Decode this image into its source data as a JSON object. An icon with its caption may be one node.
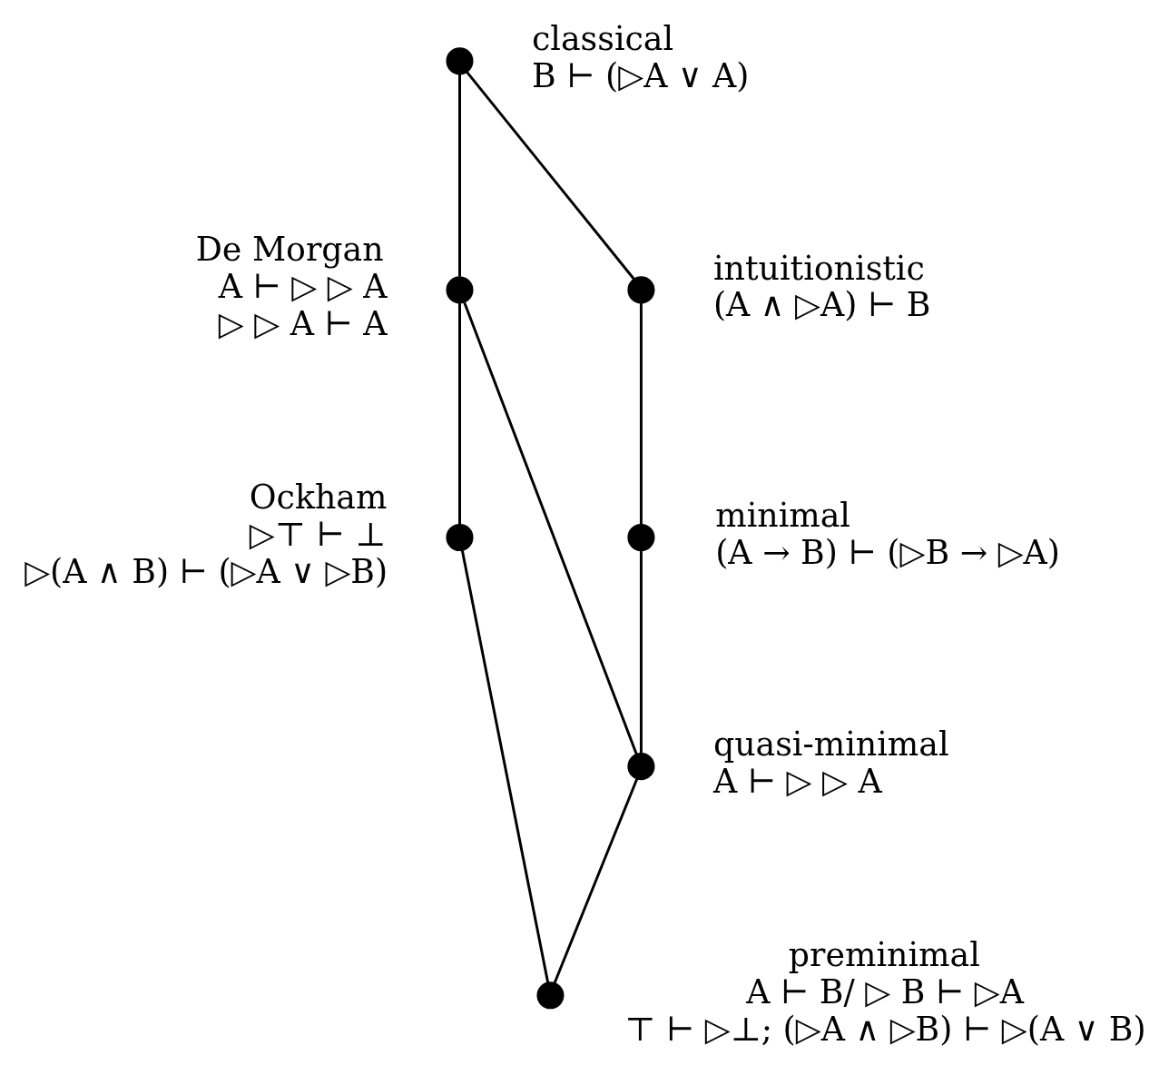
{
  "diagram": {
    "nodes": [
      {
        "text": [],
        "shape": "circle",
        "beside": [
          "classical",
          "B ⊢ (▷A ∨ A)"
        ]
      },
      {
        "text": [],
        "shape": "circle",
        "beside": [
          "De Morgan",
          "A ⊢ ▷ ▷ A",
          "▷ ▷ A ⊢ A"
        ]
      },
      {
        "text": [],
        "shape": "circle",
        "beside": [
          "intuitionistic",
          "(A ∧ ▷A) ⊢ B"
        ]
      },
      {
        "text": [],
        "shape": "circle",
        "beside": [
          "minimal",
          "(A → B) ⊢ (▷B → ▷A)"
        ]
      },
      {
        "text": [],
        "shape": "circle",
        "beside": [
          "Ockham",
          "▷⊤ ⊢ ⊥",
          "▷(A ∧ B) ⊢ (▷A ∨ ▷B)"
        ]
      },
      {
        "text": [],
        "shape": "circle",
        "beside": [
          "quasi-minimal",
          "A ⊢ ▷ ▷ A"
        ]
      },
      {
        "text": [],
        "shape": "circle",
        "beside": [
          "preminimal",
          "A ⊢ B/ ▷ B ⊢ ▷A",
          "⊤ ⊢ ▷⊥; (▷A ∧ ▷B) ⊢ ▷(A ∨ B)"
        ]
      }
    ],
    "edges": [
      {
        "from": 0,
        "to": 1,
        "arrow": "none"
      },
      {
        "from": 0,
        "to": 2,
        "arrow": "none"
      },
      {
        "from": 1,
        "to": 4,
        "arrow": "none"
      },
      {
        "from": 1,
        "to": 5,
        "arrow": "none"
      },
      {
        "from": 2,
        "to": 3,
        "arrow": "none"
      },
      {
        "from": 3,
        "to": 5,
        "arrow": "none"
      },
      {
        "from": 4,
        "to": 6,
        "arrow": "none"
      },
      {
        "from": 5,
        "to": 6,
        "arrow": "none"
      }
    ]
  }
}
